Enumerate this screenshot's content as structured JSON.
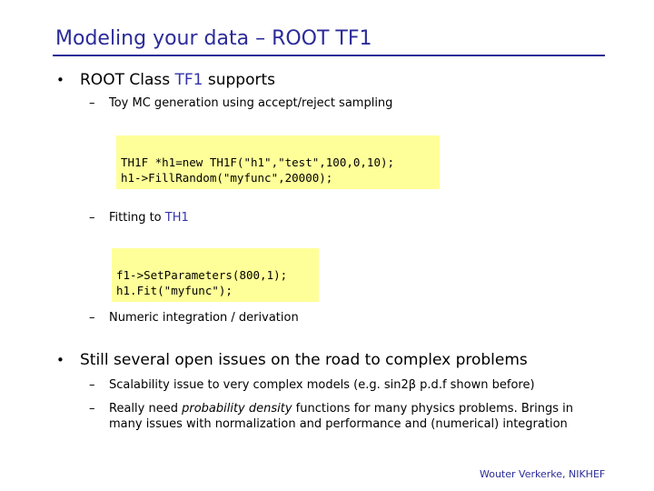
{
  "slide": {
    "title": "Modeling your data – ROOT TF1",
    "bullet1": {
      "marker": "•",
      "text_a": "ROOT Class ",
      "text_b": "TF1",
      "text_c": " supports"
    },
    "sub1": {
      "dash": "–",
      "text": "Toy MC generation using accept/reject sampling"
    },
    "code1": [
      "TH1F *h1=new TH1F(\"h1\",\"test\",100,0,10);",
      "h1->FillRandom(\"myfunc\",20000);"
    ],
    "sub2": {
      "dash": "–",
      "text_a": "Fitting to ",
      "text_b": "TH1"
    },
    "code2": [
      "f1->SetParameters(800,1);",
      "h1.Fit(\"myfunc\");"
    ],
    "sub3": {
      "dash": "–",
      "text": "Numeric integration / derivation"
    },
    "bullet2": {
      "marker": "•",
      "text": "Still several open issues on the road to complex problems"
    },
    "sub4": {
      "dash": "–",
      "text": "Scalability issue to very complex models (e.g. sin2β p.d.f shown before)"
    },
    "sub5": {
      "dash": "–",
      "text_a": "Really need ",
      "text_em": "probability density",
      "text_b": " functions for many physics problems. Brings in many issues with normalization and performance and (numerical) integration"
    },
    "footer": "Wouter Verkerke, NIKHEF",
    "colors": {
      "title": "#2b2b99",
      "code_bg": "#ffff99",
      "accent": "#3333aa"
    }
  }
}
